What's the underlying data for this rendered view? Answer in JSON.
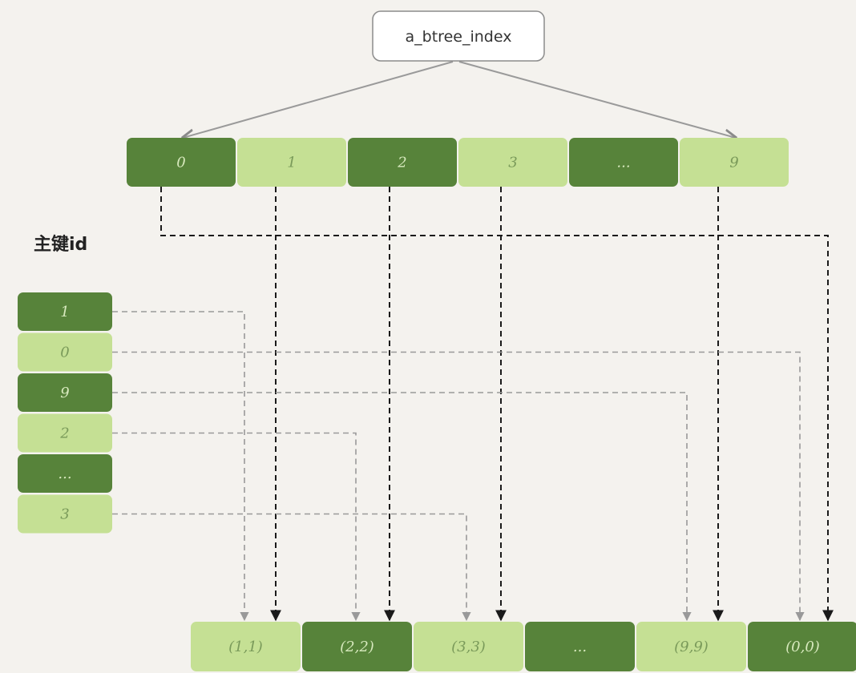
{
  "root": {
    "label": "a_btree_index"
  },
  "index_level": [
    "0",
    "1",
    "2",
    "3",
    "...",
    "9"
  ],
  "pk_label": "主键id",
  "pk_list": [
    "1",
    "0",
    "9",
    "2",
    "...",
    "3"
  ],
  "data_level": [
    "(1,1)",
    "(2,2)",
    "(3,3)",
    "...",
    "(9,9)",
    "(0,0)"
  ],
  "colors": {
    "dark_green": "#57833a",
    "light_green": "#c5e094",
    "dark_text": "#d7e9bd",
    "light_text": "#7a9a5a",
    "background": "#f4f2ee",
    "tree_line": "#9a9a9a",
    "index_arrow": "#1a1a1a",
    "pk_arrow": "#999999"
  }
}
